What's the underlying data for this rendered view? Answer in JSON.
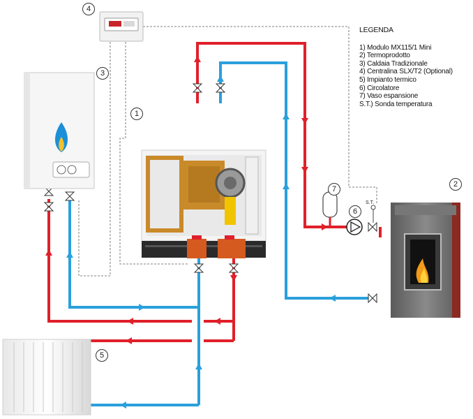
{
  "legend": {
    "title": "LEGENDA",
    "items": [
      "1) Modulo MX115/1 Mini",
      "2) Termoprodotto",
      "3) Caldaia Tradizionale",
      "4) Centralina SLX/T2 (Optional)",
      "5) Impianto termico",
      "6) Circolatore",
      "7) Vaso espansione",
      "S.T.) Sonda temperatura"
    ]
  },
  "markers": {
    "module": "1",
    "stove": "2",
    "boiler": "3",
    "controller": "4",
    "radiator": "5",
    "pump": "6",
    "expansion": "7",
    "probe": "S.T."
  },
  "colors": {
    "hot": "#e0202a",
    "cold": "#2aa0dc",
    "dashed": "#999999",
    "stove_body": "#6e6e6e",
    "stove_trim": "#8b2a22",
    "module_frame": "#c98a2a"
  }
}
